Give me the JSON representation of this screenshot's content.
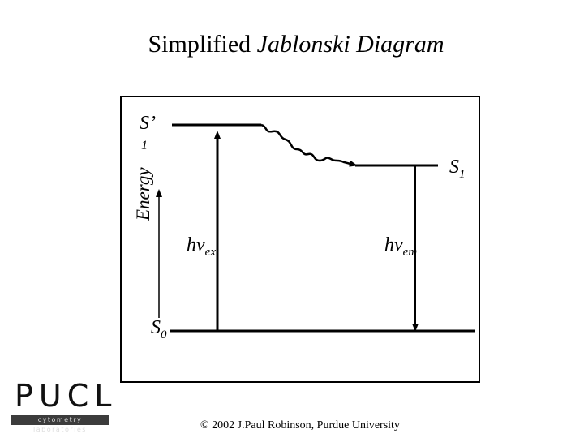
{
  "title": {
    "plain": "Simplified ",
    "italic": "Jablonski Diagram"
  },
  "axis": {
    "label": "Energy"
  },
  "levels": {
    "s_prime": {
      "main": "S’",
      "second_line": "1"
    },
    "s1": {
      "main": "S",
      "sub": "1"
    },
    "s0": {
      "main": "S",
      "sub": "0"
    }
  },
  "transitions": {
    "excitation": {
      "main": "hv",
      "sub": "ex"
    },
    "emission": {
      "main": "hv",
      "sub": "em"
    }
  },
  "logo": {
    "letters": "PUCL",
    "tagline": "cytometry laboratories"
  },
  "footer": {
    "copyright": "© 2002 J.Paul Robinson, Purdue University"
  }
}
